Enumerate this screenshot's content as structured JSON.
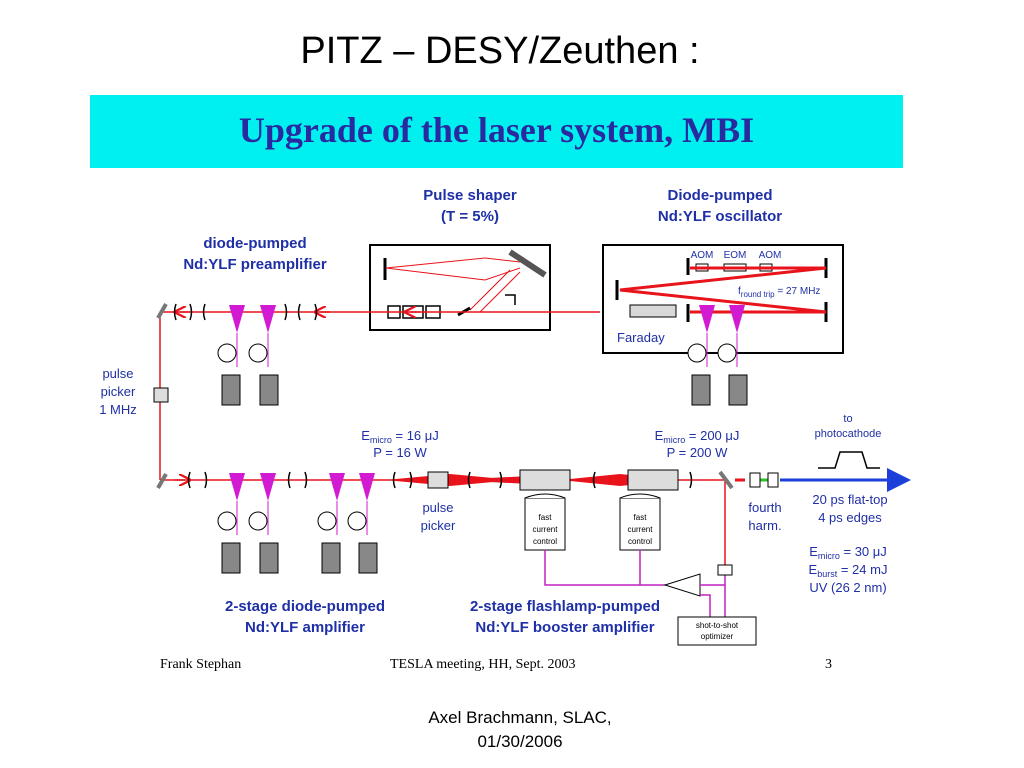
{
  "slide_title": "PITZ – DESY/Zeuthen :",
  "banner_title": "Upgrade of the laser system, MBI",
  "labels": {
    "pulse_shaper_1": "Pulse shaper",
    "pulse_shaper_2": "(T = 5%)",
    "oscillator_1": "Diode-pumped",
    "oscillator_2": "Nd:YLF oscillator",
    "preamp_1": "diode-pumped",
    "preamp_2": "Nd:YLF preamplifier",
    "aom1": "AOM",
    "eom": "EOM",
    "aom2": "AOM",
    "fround_pre": "f",
    "fround_sub": "round trip",
    "fround_post": " = 27 MHz",
    "faraday": "Faraday",
    "pulse_picker_side_1": "pulse",
    "pulse_picker_side_2": "picker",
    "pulse_picker_side_3": "1 MHz",
    "e_micro_16_pre": "E",
    "e_micro_16_sub": "micro",
    "e_micro_16_post": " = 16 μJ",
    "p_16": "P = 16 W",
    "e_micro_200_pre": "E",
    "e_micro_200_sub": "micro",
    "e_micro_200_post": " = 200 μJ",
    "p_200": "P = 200 W",
    "to_photocathode_1": "to",
    "to_photocathode_2": "photocathode",
    "pulse_picker_bottom_1": "pulse",
    "pulse_picker_bottom_2": "picker",
    "fourth_harm_1": "fourth",
    "fourth_harm_2": "harm.",
    "flat_top_1": "20 ps flat-top",
    "flat_top_2": "4 ps edges",
    "fast_current_1": "fast",
    "fast_current_2": "current",
    "fast_current_3": "control",
    "e_micro_30_pre": "E",
    "e_micro_30_sub": "micro",
    "e_micro_30_post": " = 30 μJ",
    "e_burst_pre": "E",
    "e_burst_sub": "burst",
    "e_burst_post": " = 24 mJ",
    "uv": "UV (26 2 nm)",
    "amp_1": "2-stage diode-pumped",
    "amp_2": "Nd:YLF amplifier",
    "booster_1": "2-stage flashlamp-pumped",
    "booster_2": "Nd:YLF booster amplifier",
    "optimizer_1": "shot-to-shot",
    "optimizer_2": "optimizer",
    "inner_footer_left": "Frank Stephan",
    "inner_footer_center": "TESLA meeting, HH, Sept. 2003",
    "inner_footer_right": "3"
  },
  "footer": {
    "line1": "Axel Brachmann, SLAC,",
    "line2": "01/30/2006"
  },
  "colors": {
    "beam_red": "#e8131b",
    "beam_blue": "#1c3fd8",
    "pump_magenta": "#d21ad2",
    "banner_cyan": "#00f0f0",
    "label_blue": "#1f2fa6"
  }
}
